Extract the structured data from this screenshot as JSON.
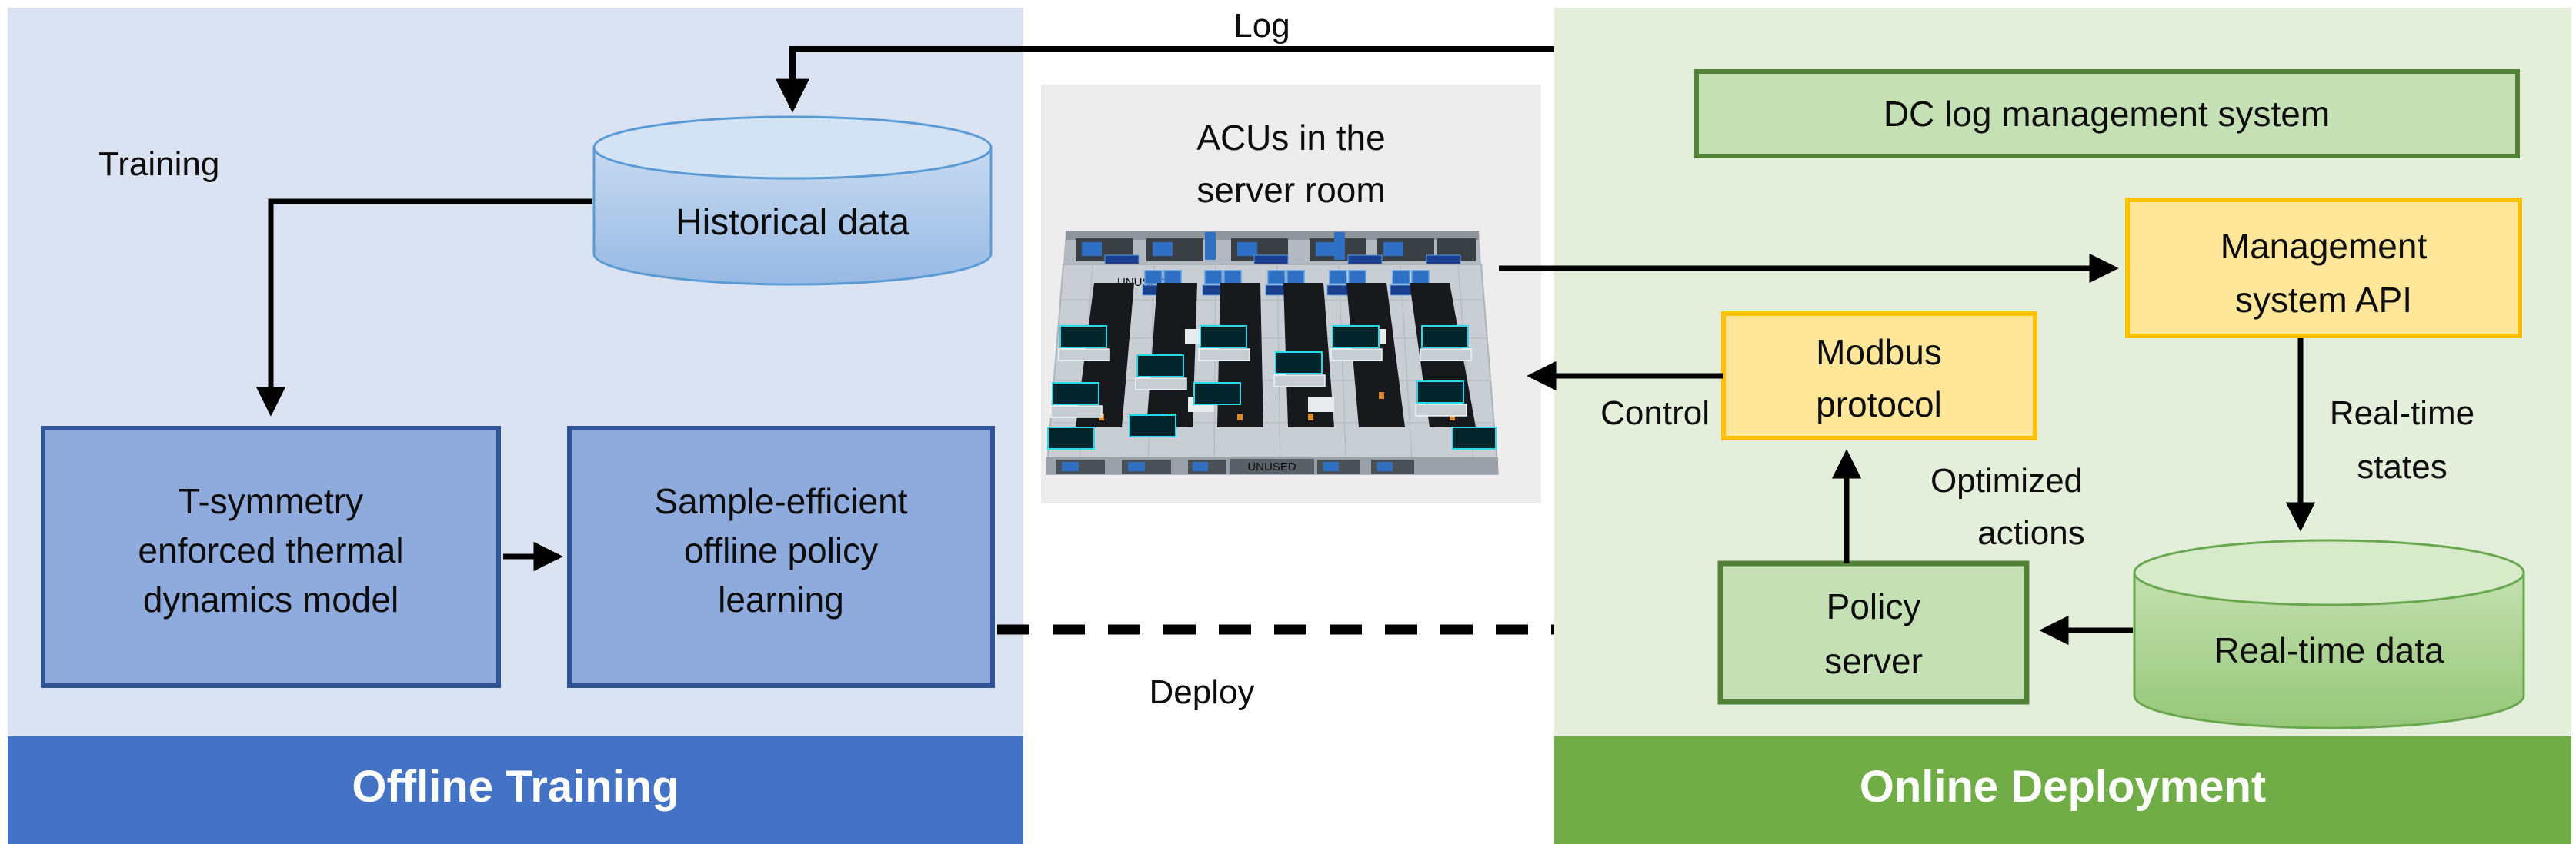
{
  "diagram": {
    "offline_panel": {
      "footer_label": "Offline Training",
      "training_label": "Training",
      "historical_data_label": "Historical data",
      "thermal_model_box": {
        "lines": [
          "T-symmetry",
          "enforced thermal",
          "dynamics model"
        ]
      },
      "policy_learning_box": {
        "lines": [
          "Sample-efficient",
          "offline policy",
          "learning"
        ]
      }
    },
    "middle": {
      "log_label": "Log",
      "deploy_label": "Deploy",
      "server_room": {
        "title_lines": [
          "ACUs in the",
          "server room"
        ],
        "unused_label": "UNUSED"
      }
    },
    "online_panel": {
      "footer_label": "Online Deployment",
      "dc_log_box_label": "DC log management system",
      "management_api_box": {
        "lines": [
          "Management",
          "system API"
        ]
      },
      "modbus_box": {
        "lines": [
          "Modbus",
          "protocol"
        ]
      },
      "policy_server_box": {
        "lines": [
          "Policy",
          "server"
        ]
      },
      "realtime_data_label": "Real-time data",
      "control_label": "Control",
      "optimized_actions": {
        "lines": [
          "Optimized",
          "actions"
        ]
      },
      "realtime_states": {
        "lines": [
          "Real-time",
          "states"
        ]
      }
    },
    "colors": {
      "offline_panel_bg": "#dbe2f2",
      "offline_footer": "#4472c4",
      "blue_box_fill": "#8faadc",
      "blue_box_border": "#2f5597",
      "blue_cylinder_fill": "#a9c4e8",
      "blue_cylinder_stroke": "#5b9bd5",
      "online_panel_bg": "#e3efda",
      "online_footer": "#70ad47",
      "green_box_fill": "#c5e0b4",
      "green_box_border": "#538135",
      "green_cylinder_fill": "#a9d18e",
      "green_cylinder_stroke": "#6aa84f",
      "yellow_box_fill": "#ffe699",
      "yellow_box_border": "#ffc000",
      "image_panel_bg": "#ededed",
      "arrow_color": "#000000"
    }
  }
}
